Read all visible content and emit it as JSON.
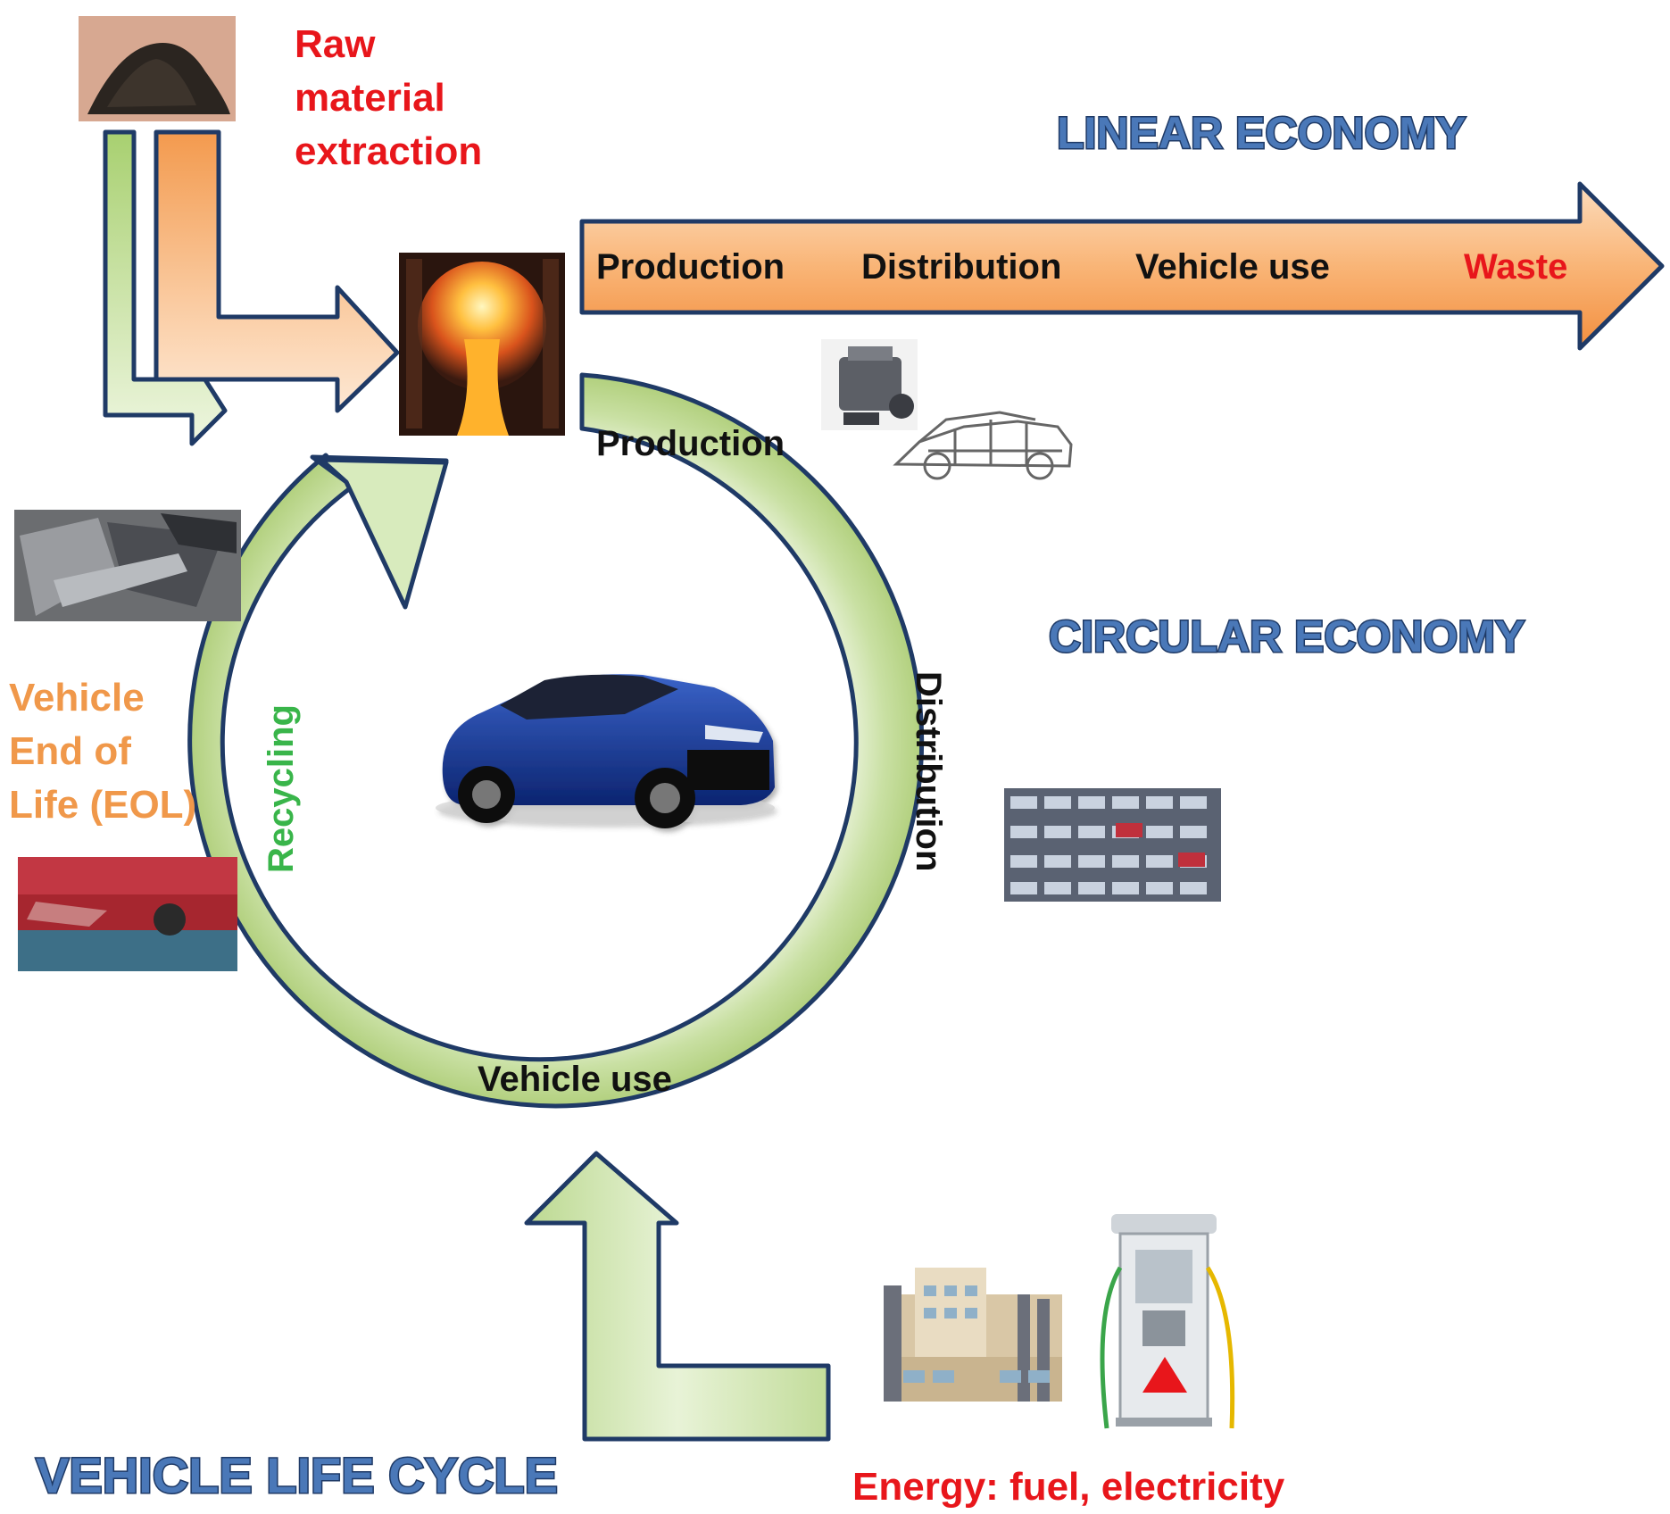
{
  "colors": {
    "red_label": "#e8161b",
    "orange_label": "#f0984a",
    "green_label": "#39b54a",
    "banner_fill": "#4a78b8",
    "banner_stroke": "#1f3a66",
    "arrow_outline": "#1f3a66",
    "orange_arrow": "#f7a15a",
    "green_arrow": "#b9d98a"
  },
  "labels": {
    "raw_material": [
      "Raw",
      "material",
      "extraction"
    ],
    "linear_economy": "LINEAR ECONOMY",
    "circular_economy": "CIRCULAR ECONOMY",
    "vehicle_life_cycle": "VEHICLE LIFE CYCLE",
    "eol": [
      "Vehicle",
      "End of",
      "Life (EOL)"
    ],
    "energy": "Energy: fuel, electricity"
  },
  "linear_stages": [
    "Production",
    "Distribution",
    "Vehicle use",
    "Waste"
  ],
  "circular_stages": {
    "production": "Production",
    "distribution": "Distribution",
    "vehicle_use": "Vehicle use",
    "recycling": "Recycling"
  },
  "icons": {
    "ore": "ore-pile-icon",
    "furnace": "molten-metal-icon",
    "engine": "engine-icon",
    "car_frame": "car-frame-icon",
    "scrap_metal": "scrap-metal-icon",
    "crushed_cars": "crushed-cars-icon",
    "car_lot": "parked-cars-icon",
    "car": "car-icon",
    "factory": "factory-icon",
    "fuel_pump": "fuel-pump-icon"
  }
}
